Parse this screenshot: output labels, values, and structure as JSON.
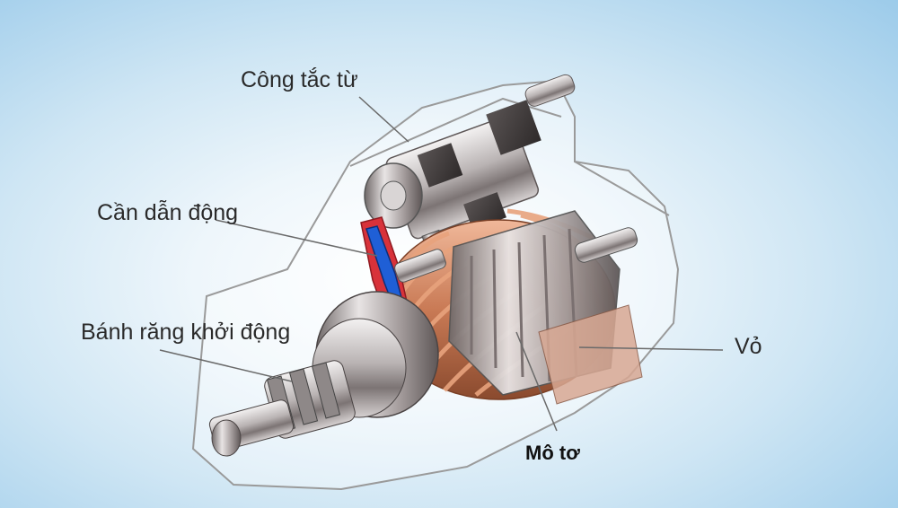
{
  "labels": {
    "solenoid": "Công tắc từ",
    "drive_lever": "Cần dẫn động",
    "pinion_gear": "Bánh răng khởi động",
    "housing": "Vỏ",
    "motor": "Mô tơ"
  },
  "colors": {
    "background_center": "#ffffff",
    "background_edge": "#9ccbea",
    "copper": "#c97a55",
    "lever_blue": "#1f5fd6",
    "lever_red": "#d8323a",
    "housing_outline": "#9a9a9a",
    "metal": "#b8b4b4"
  }
}
